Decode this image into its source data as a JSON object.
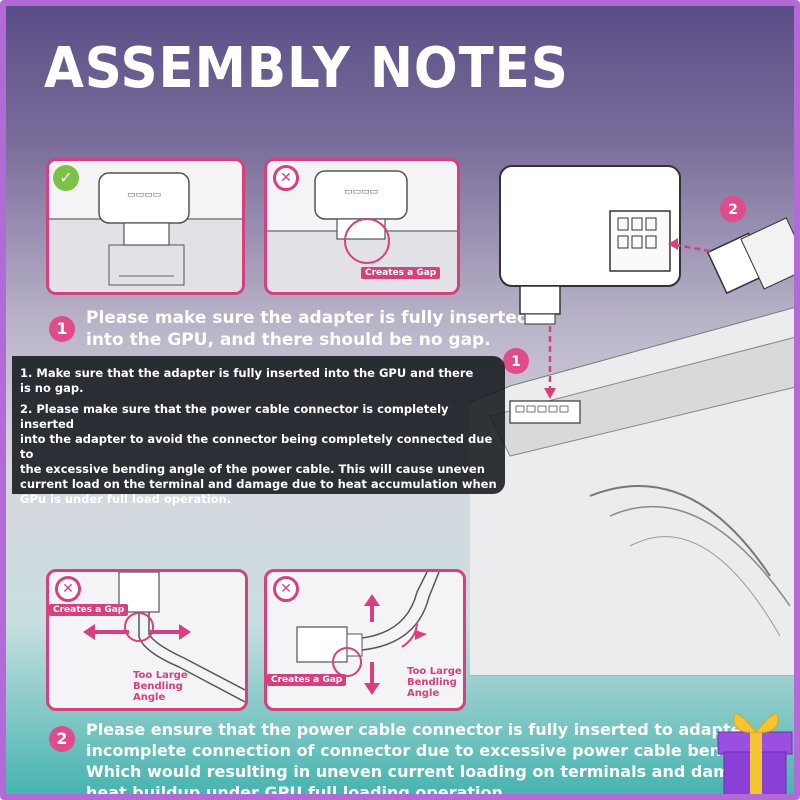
{
  "title": "ASSEMBLY NOTES",
  "top_callout": {
    "number": "1",
    "line1": "Please make sure the adapter is fully inserted",
    "line2": "into the GPU, and there should be no gap."
  },
  "panel_top_right": {
    "tag": "Creates a Gap"
  },
  "diagram_numbers": {
    "one": "1",
    "two": "2"
  },
  "dark_box": {
    "p1a": "1. Make sure that the adapter is fully inserted into the GPU and there",
    "p1b": "is no gap.",
    "p2a": "2. Please make sure that the power cable connector is completely inserted",
    "p2b": "into the adapter to avoid the connector being completely connected due to",
    "p2c": "the excessive bending angle of the power cable. This will cause uneven",
    "p2d": "current load on the terminal and damage due to heat accumulation when",
    "p2e": "GPu is under full load operation."
  },
  "panel_bottom_left": {
    "tag": "Creates a Gap",
    "label1": "Too Large",
    "label2": "Bendling",
    "label3": "Angle"
  },
  "panel_bottom_right": {
    "tag": "Creates a Gap",
    "label1": "Too Large",
    "label2": "Bendling",
    "label3": "Angle"
  },
  "bottom_callout": {
    "number": "2",
    "line1": "Please ensure that the power cable connector is fully inserted to adapter",
    "line2": "incomplete connection of connector due to excessive power cable bending",
    "line3": "Which would resulting in uneven current loading on terminals and damage",
    "line4": "heat buildup under GPU full loading operation"
  },
  "colors": {
    "accent": "#d6407f",
    "ok": "#7cc244",
    "frame": "#b46ad6",
    "teal": "#47b4b0"
  },
  "icons": [
    "check-icon",
    "cross-icon",
    "gift-box-icon",
    "arrow-icon"
  ]
}
